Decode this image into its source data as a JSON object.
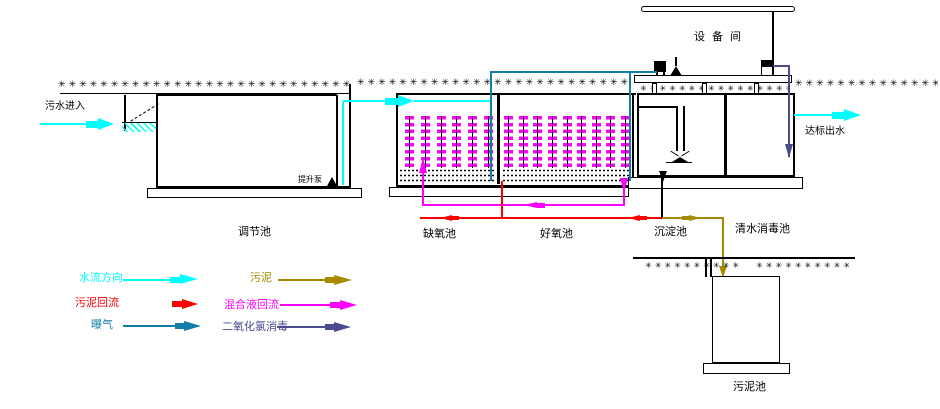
{
  "colors": {
    "background": "#ffffff",
    "ink": "#000000",
    "water_flow": "#00ffff",
    "sludge_return": "#ff0000",
    "aeration": "#137ca8",
    "sludge": "#a68a00",
    "mixed_liquor_return": "#ff00ff",
    "chlorine_disinfection": "#4a4a8c"
  },
  "glyphs": {
    "grass": "✳"
  },
  "flow": {
    "influent": "污水进入",
    "effluent": "达标出水"
  },
  "equipment": {
    "room": "设备间",
    "lift_pump": "提升泵"
  },
  "tanks": {
    "regulation": "调节池",
    "anoxic": "缺氧池",
    "aerobic": "好氧池",
    "sedimentation": "沉淀池",
    "clear_water_disinfection": "清水消毒池",
    "sludge": "污泥池"
  },
  "legend": {
    "items": [
      {
        "label": "水流方向",
        "color": "water_flow"
      },
      {
        "label": "污泥回流",
        "color": "sludge_return"
      },
      {
        "label": "曝气",
        "color": "aeration"
      },
      {
        "label": "污泥",
        "color": "sludge"
      },
      {
        "label": "混合液回流",
        "color": "mixed_liquor_return"
      },
      {
        "label": "二氧化氯消毒",
        "color": "chlorine_disinfection"
      }
    ]
  }
}
